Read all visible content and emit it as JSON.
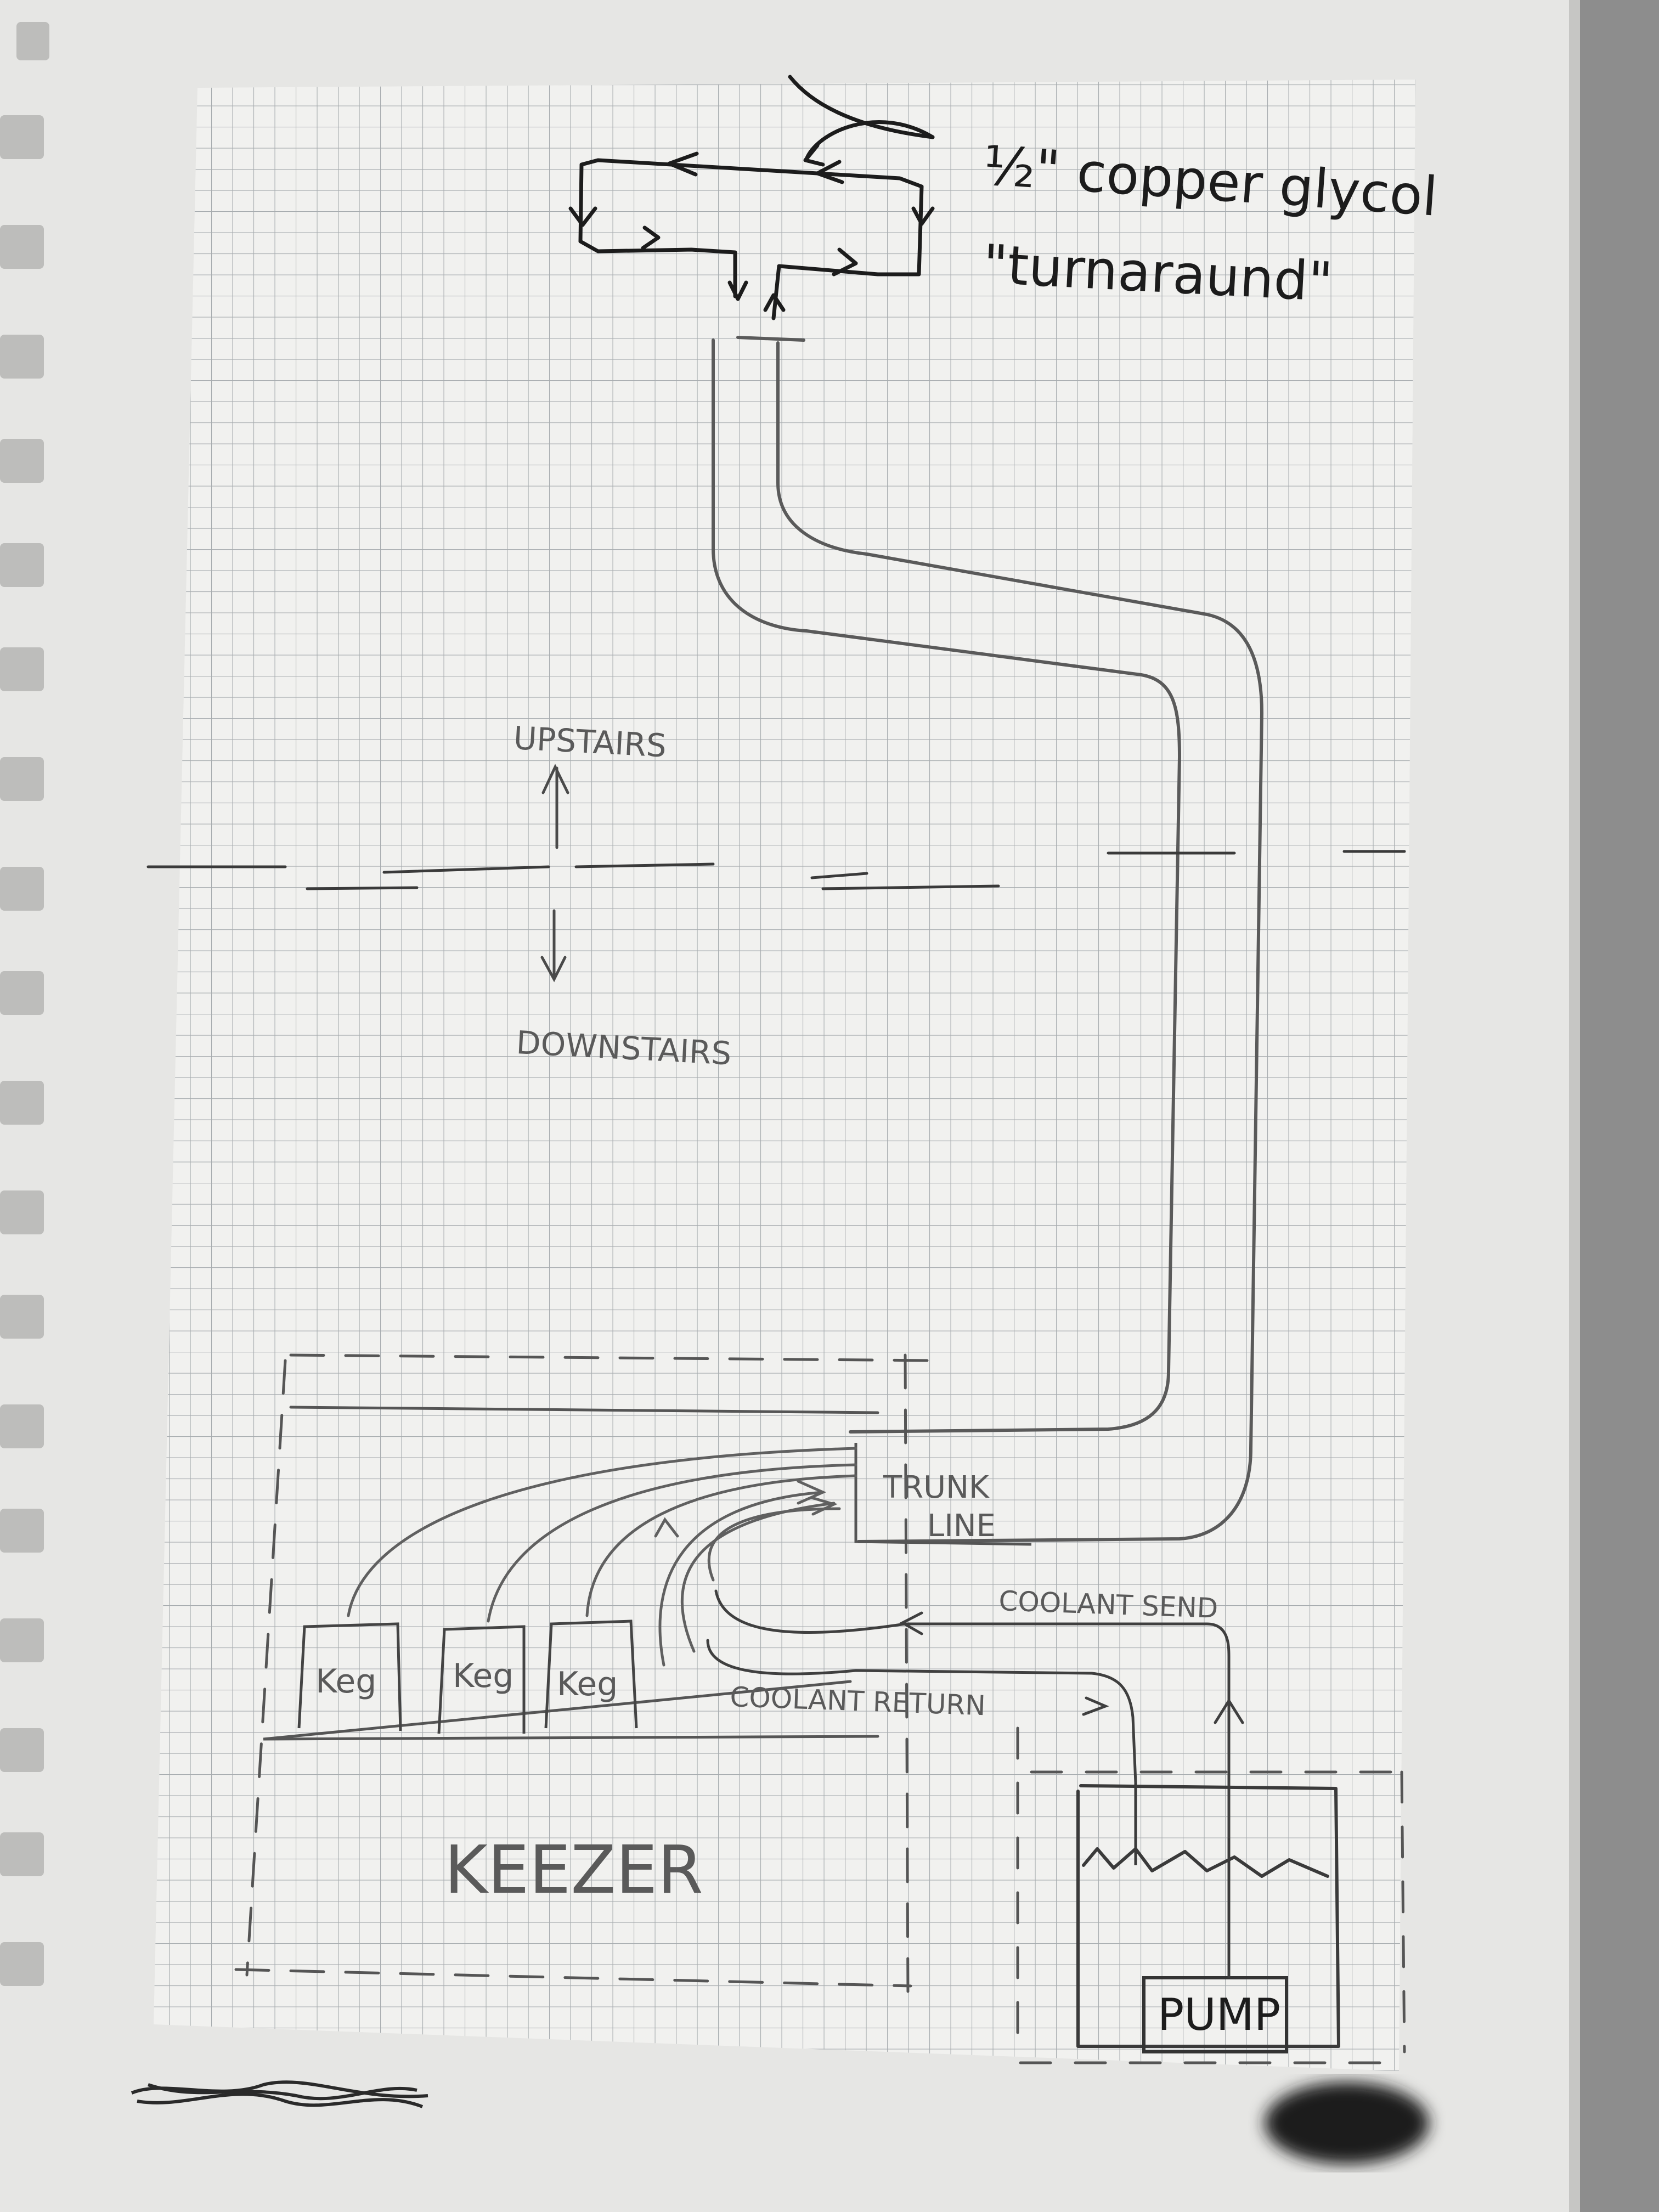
{
  "diagram": {
    "turnaround_label": {
      "line1": "½\" copper glycol",
      "line2": "\"turnaraund\""
    },
    "floor_labels": {
      "upstairs": "UPSTAIRS",
      "downstairs": "DOWNSTAIRS"
    },
    "trunk_line": {
      "line1": "TRUNK",
      "line2": "LINE"
    },
    "coolant_send": "COOLANT SEND",
    "coolant_return": "COOLANT RETURN",
    "kegs": [
      "Keg",
      "Keg",
      "Keg"
    ],
    "keezer": "KEEZER",
    "pump": "PUMP"
  },
  "colors": {
    "paper": "#f1f1ef",
    "grid": "#9aa0a4",
    "ink": "#1c1c1c",
    "pencil": "#5a5a5a"
  }
}
